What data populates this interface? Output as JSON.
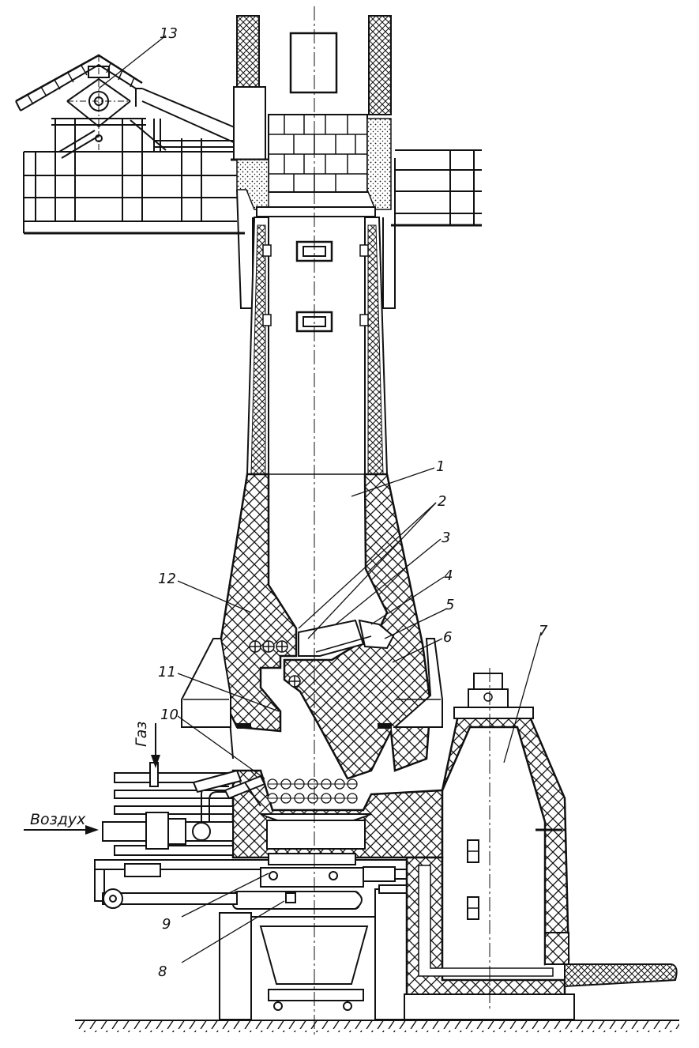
{
  "diagram": {
    "labels": {
      "n1": "1",
      "n2": "2",
      "n3": "3",
      "n4": "4",
      "n5": "5",
      "n6": "6",
      "n7": "7",
      "n8": "8",
      "n9": "9",
      "n10": "10",
      "n11": "11",
      "n12": "12",
      "n13": "13"
    },
    "gas_label": "Газ",
    "air_label": "Воздух"
  }
}
